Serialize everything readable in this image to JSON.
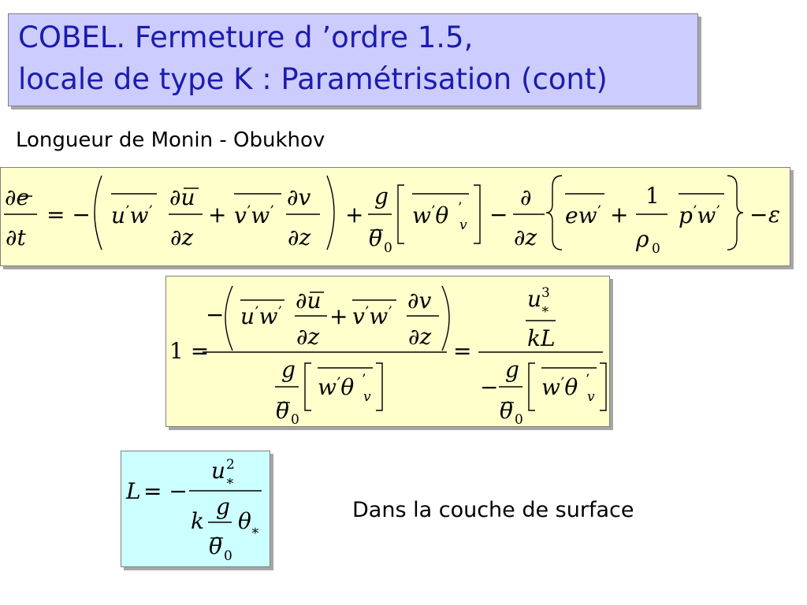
{
  "title": {
    "line1": "COBEL. Fermeture d ’ordre 1.5,",
    "line2": "locale de type K : Paramétrisation (cont)"
  },
  "subtitle": "Longueur de Monin - Obukhov",
  "note": "Dans la couche de surface",
  "equations": {
    "tke_budget": "∂e/∂t = −( u'w' ∂u/∂z + v'w' ∂v/∂z ) + g/θ0 [ w'θv' ] − ∂/∂z { ew' + 1/ρ0 p'w' } − ε",
    "flux_richardson": "1 = −( u'w' ∂u/∂z + v'w' ∂v/∂z ) / ( g/θ0 [ w'θv' ] ) = (u*³ / kL) / ( − g/θ0 [ w'θv' ] )",
    "monin_obukhov_length": "L = − u*² / ( k g/θ0 θ* )"
  },
  "colors": {
    "title_background": "#ccccff",
    "title_text": "#1c1cae",
    "equation_background": "#ffffcc",
    "length_background": "#ccffff",
    "shadow": "#a6a6a6"
  }
}
